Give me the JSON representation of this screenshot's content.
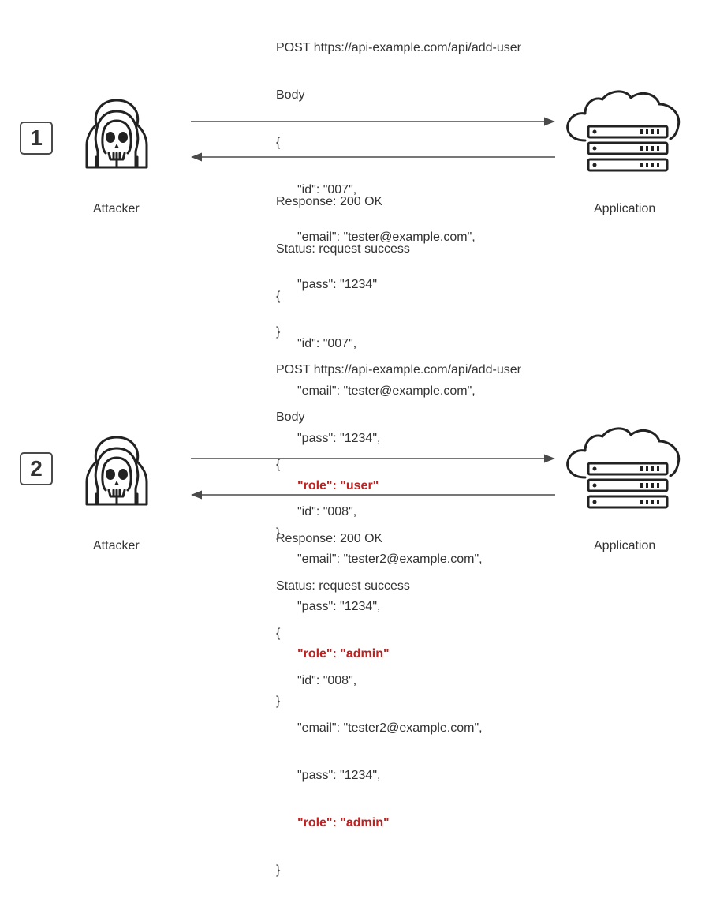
{
  "colors": {
    "text": "#333333",
    "highlight": "#c0201f",
    "line": "#4a4a4a"
  },
  "scenarios": [
    {
      "step": "1",
      "attacker_label": "Attacker",
      "application_label": "Application",
      "request": {
        "method_line": "POST https://api-example.com/api/add-user",
        "body_label": "Body",
        "open_brace": "{",
        "fields": [
          {
            "text": "\"id\": \"007\",",
            "highlight": false
          },
          {
            "text": "\"email\": \"tester@example.com\",",
            "highlight": false
          },
          {
            "text": "\"pass\": \"1234\"",
            "highlight": false
          }
        ],
        "close_brace": "}"
      },
      "response": {
        "response_line": "Response: 200 OK",
        "status_line": "Status: request success",
        "open_brace": "{",
        "fields": [
          {
            "text": "\"id\": \"007\",",
            "highlight": false
          },
          {
            "text": "\"email\": \"tester@example.com\",",
            "highlight": false
          },
          {
            "text": "\"pass\": \"1234\",",
            "highlight": false
          },
          {
            "text": "\"role\": \"user\"",
            "highlight": true
          }
        ],
        "close_brace": "}"
      }
    },
    {
      "step": "2",
      "attacker_label": "Attacker",
      "application_label": "Application",
      "request": {
        "method_line": "POST https://api-example.com/api/add-user",
        "body_label": "Body",
        "open_brace": "{",
        "fields": [
          {
            "text": "\"id\": \"008\",",
            "highlight": false
          },
          {
            "text": "\"email\": \"tester2@example.com\",",
            "highlight": false
          },
          {
            "text": "\"pass\": \"1234\",",
            "highlight": false
          },
          {
            "text": "\"role\": \"admin\"",
            "highlight": true
          }
        ],
        "close_brace": "}"
      },
      "response": {
        "response_line": "Response: 200 OK",
        "status_line": "Status: request success",
        "open_brace": "{",
        "fields": [
          {
            "text": "\"id\": \"008\",",
            "highlight": false
          },
          {
            "text": "\"email\": \"tester2@example.com\",",
            "highlight": false
          },
          {
            "text": "\"pass\": \"1234\",",
            "highlight": false
          },
          {
            "text": "\"role\": \"admin\"",
            "highlight": true
          }
        ],
        "close_brace": "}"
      }
    }
  ]
}
